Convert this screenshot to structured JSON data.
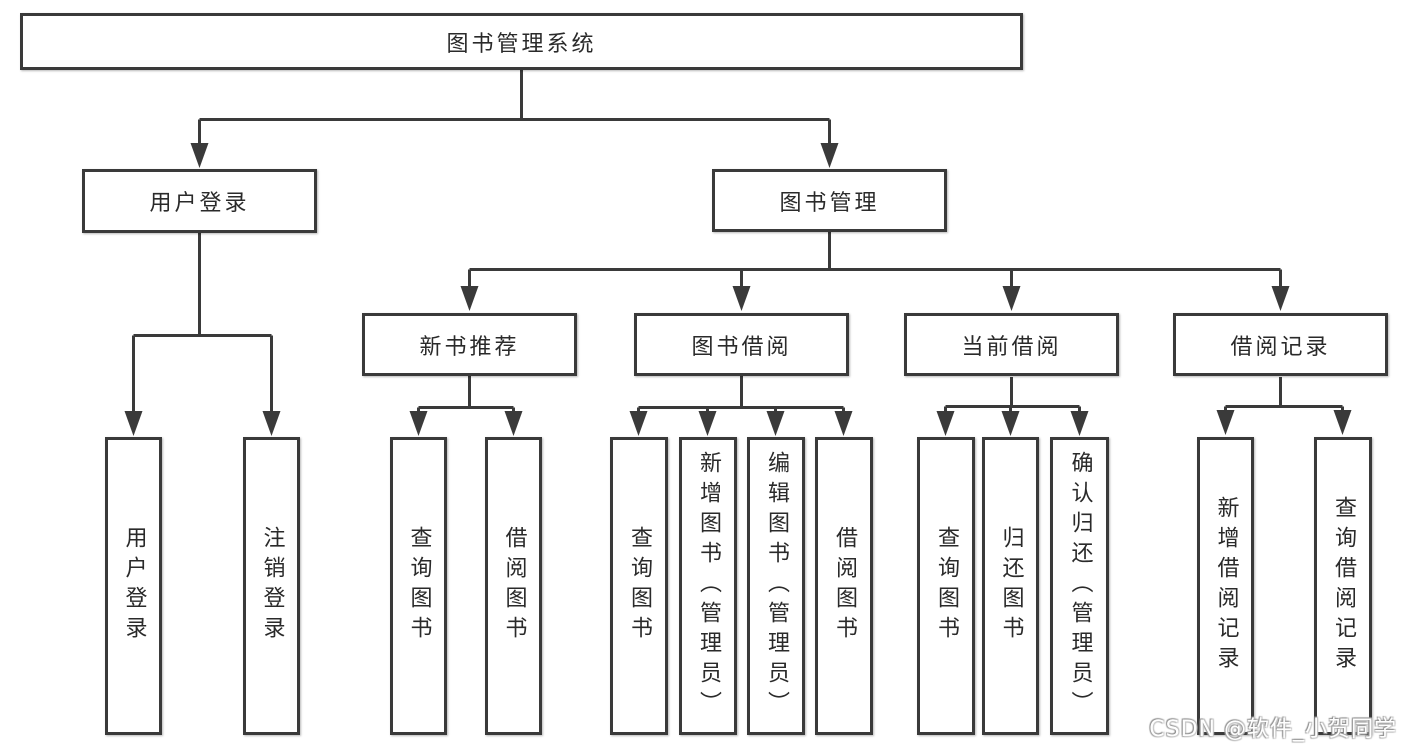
{
  "diagram_title": "图书管理系统",
  "colors": {
    "line": "#3a3a3a",
    "background": "#ffffff",
    "text": "#2a2a2a",
    "watermark_text": "#fefefe"
  },
  "tree": {
    "label": "图书管理系统",
    "children": [
      {
        "label": "用户登录",
        "children": [
          {
            "label": "用户登录"
          },
          {
            "label": "注销登录"
          }
        ]
      },
      {
        "label": "图书管理",
        "children": [
          {
            "label": "新书推荐",
            "children": [
              {
                "label": "查询图书"
              },
              {
                "label": "借阅图书"
              }
            ]
          },
          {
            "label": "图书借阅",
            "children": [
              {
                "label": "查询图书"
              },
              {
                "label": "新增图书（管理员）"
              },
              {
                "label": "编辑图书（管理员）"
              },
              {
                "label": "借阅图书"
              }
            ]
          },
          {
            "label": "当前借阅",
            "children": [
              {
                "label": "查询图书"
              },
              {
                "label": "归还图书"
              },
              {
                "label": "确认归还（管理员）"
              }
            ]
          },
          {
            "label": "借阅记录",
            "children": [
              {
                "label": "新增借阅记录"
              },
              {
                "label": "查询借阅记录"
              }
            ]
          }
        ]
      }
    ]
  },
  "watermark": {
    "text": "CSDN @软件_小贺同学"
  }
}
